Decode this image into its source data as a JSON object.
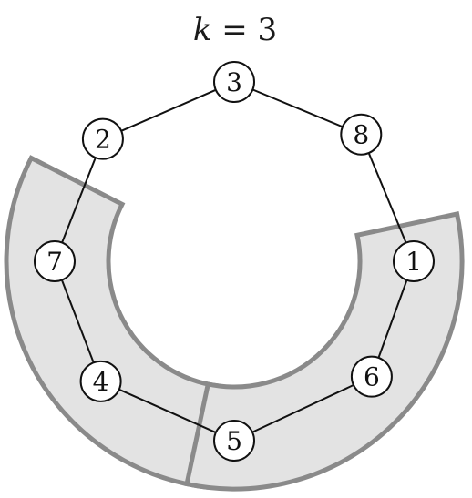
{
  "title": {
    "variable": "k",
    "relation": " = ",
    "value": "3"
  },
  "nodes": [
    {
      "id": "n3",
      "label": "3"
    },
    {
      "id": "n8",
      "label": "8"
    },
    {
      "id": "n1",
      "label": "1"
    },
    {
      "id": "n6",
      "label": "6"
    },
    {
      "id": "n5",
      "label": "5"
    },
    {
      "id": "n4",
      "label": "4"
    },
    {
      "id": "n7",
      "label": "7"
    },
    {
      "id": "n2",
      "label": "2"
    }
  ],
  "edges": [
    [
      "n3",
      "n8"
    ],
    [
      "n8",
      "n1"
    ],
    [
      "n1",
      "n6"
    ],
    [
      "n6",
      "n5"
    ],
    [
      "n5",
      "n4"
    ],
    [
      "n4",
      "n7"
    ],
    [
      "n7",
      "n2"
    ],
    [
      "n2",
      "n3"
    ]
  ],
  "groups": [
    {
      "id": "group-left",
      "members": [
        "n2",
        "n7",
        "n4"
      ]
    },
    {
      "id": "group-right",
      "members": [
        "n1",
        "n6",
        "n5"
      ]
    }
  ],
  "colors": {
    "group_fill": "#e3e3e3",
    "group_stroke": "#8a8a8a",
    "edge": "#111111",
    "node_fill": "#ffffff",
    "node_stroke": "#111111"
  }
}
